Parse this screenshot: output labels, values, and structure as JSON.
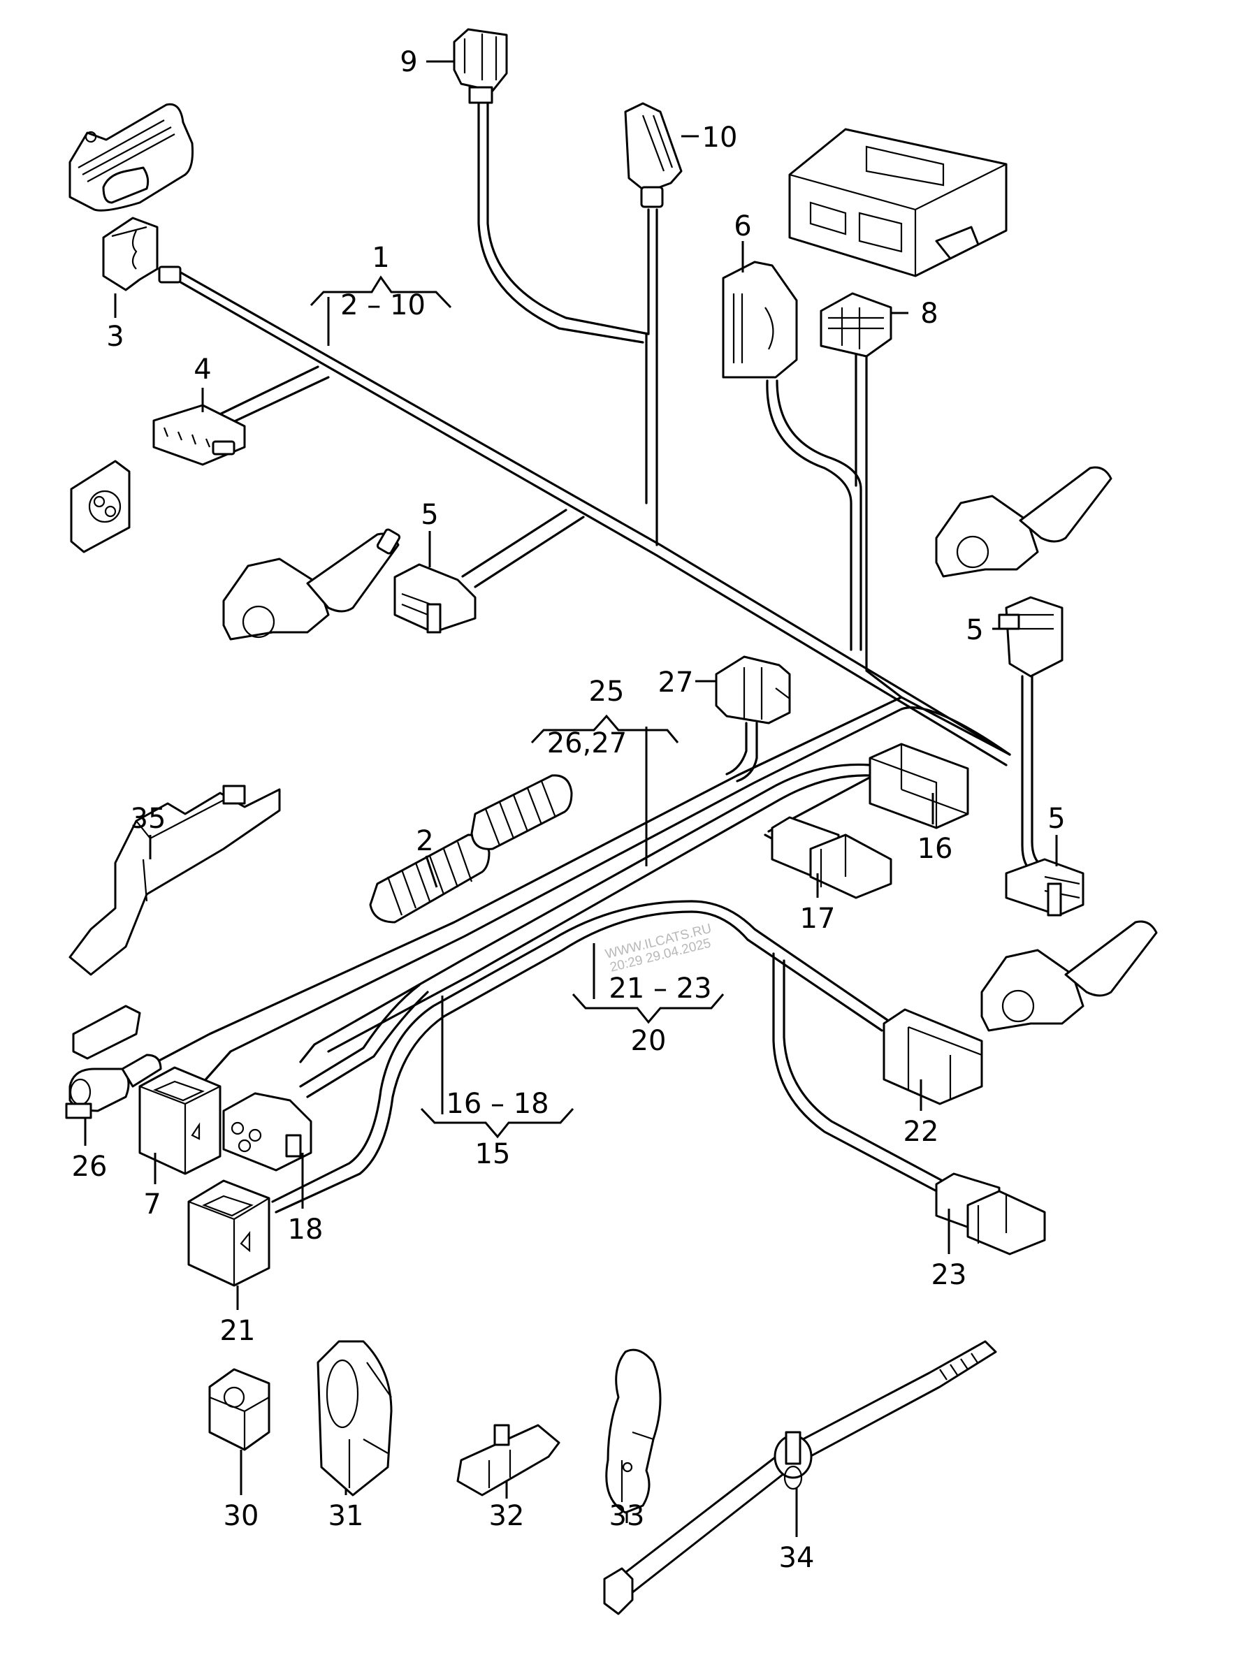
{
  "diagram": {
    "title": "Wiring harness exploded parts diagram",
    "background_color": "#ffffff",
    "line_color": "#000000",
    "watermark": {
      "line1": "WWW.ILCATS.RU",
      "line2": "20:29 29.04.2025",
      "color": "#b8b8b8"
    },
    "part_labels": {
      "p2": "2",
      "p3": "3",
      "p4": "4",
      "p5a": "5",
      "p5b": "5",
      "p5c": "5",
      "p6": "6",
      "p7": "7",
      "p8": "8",
      "p9": "9",
      "p10": "10",
      "p16": "16",
      "p17": "17",
      "p18": "18",
      "p21": "21",
      "p22": "22",
      "p23": "23",
      "p26": "26",
      "p27": "27",
      "p30": "30",
      "p31": "31",
      "p32": "32",
      "p33": "33",
      "p34": "34",
      "p35": "35"
    },
    "groups": [
      {
        "id": "group-1",
        "parent": "1",
        "children": "2 – 10"
      },
      {
        "id": "group-25",
        "parent": "25",
        "children": "26,27"
      },
      {
        "id": "group-15",
        "parent": "15",
        "children": "16 – 18"
      },
      {
        "id": "group-20",
        "parent": "20",
        "children": "21 – 23"
      }
    ]
  }
}
